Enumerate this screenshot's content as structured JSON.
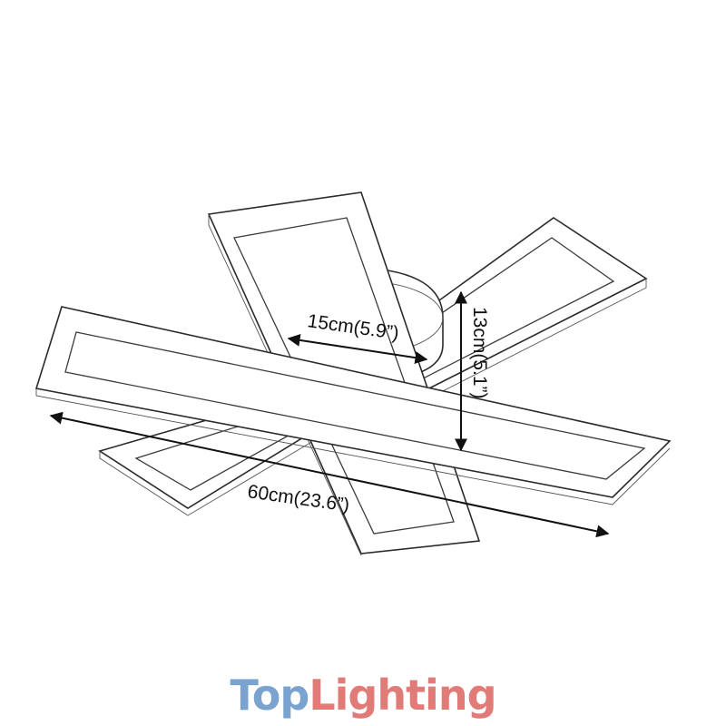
{
  "dimensions": {
    "diameter_label": "15cm(5.9”)",
    "height_label": "13cm(5.1”)",
    "length_label": "60cm(23.6”)"
  },
  "brand": {
    "part1": "Top",
    "part2": "Lighting",
    "color1": "#7aa3cf",
    "color2": "#e07b78"
  }
}
